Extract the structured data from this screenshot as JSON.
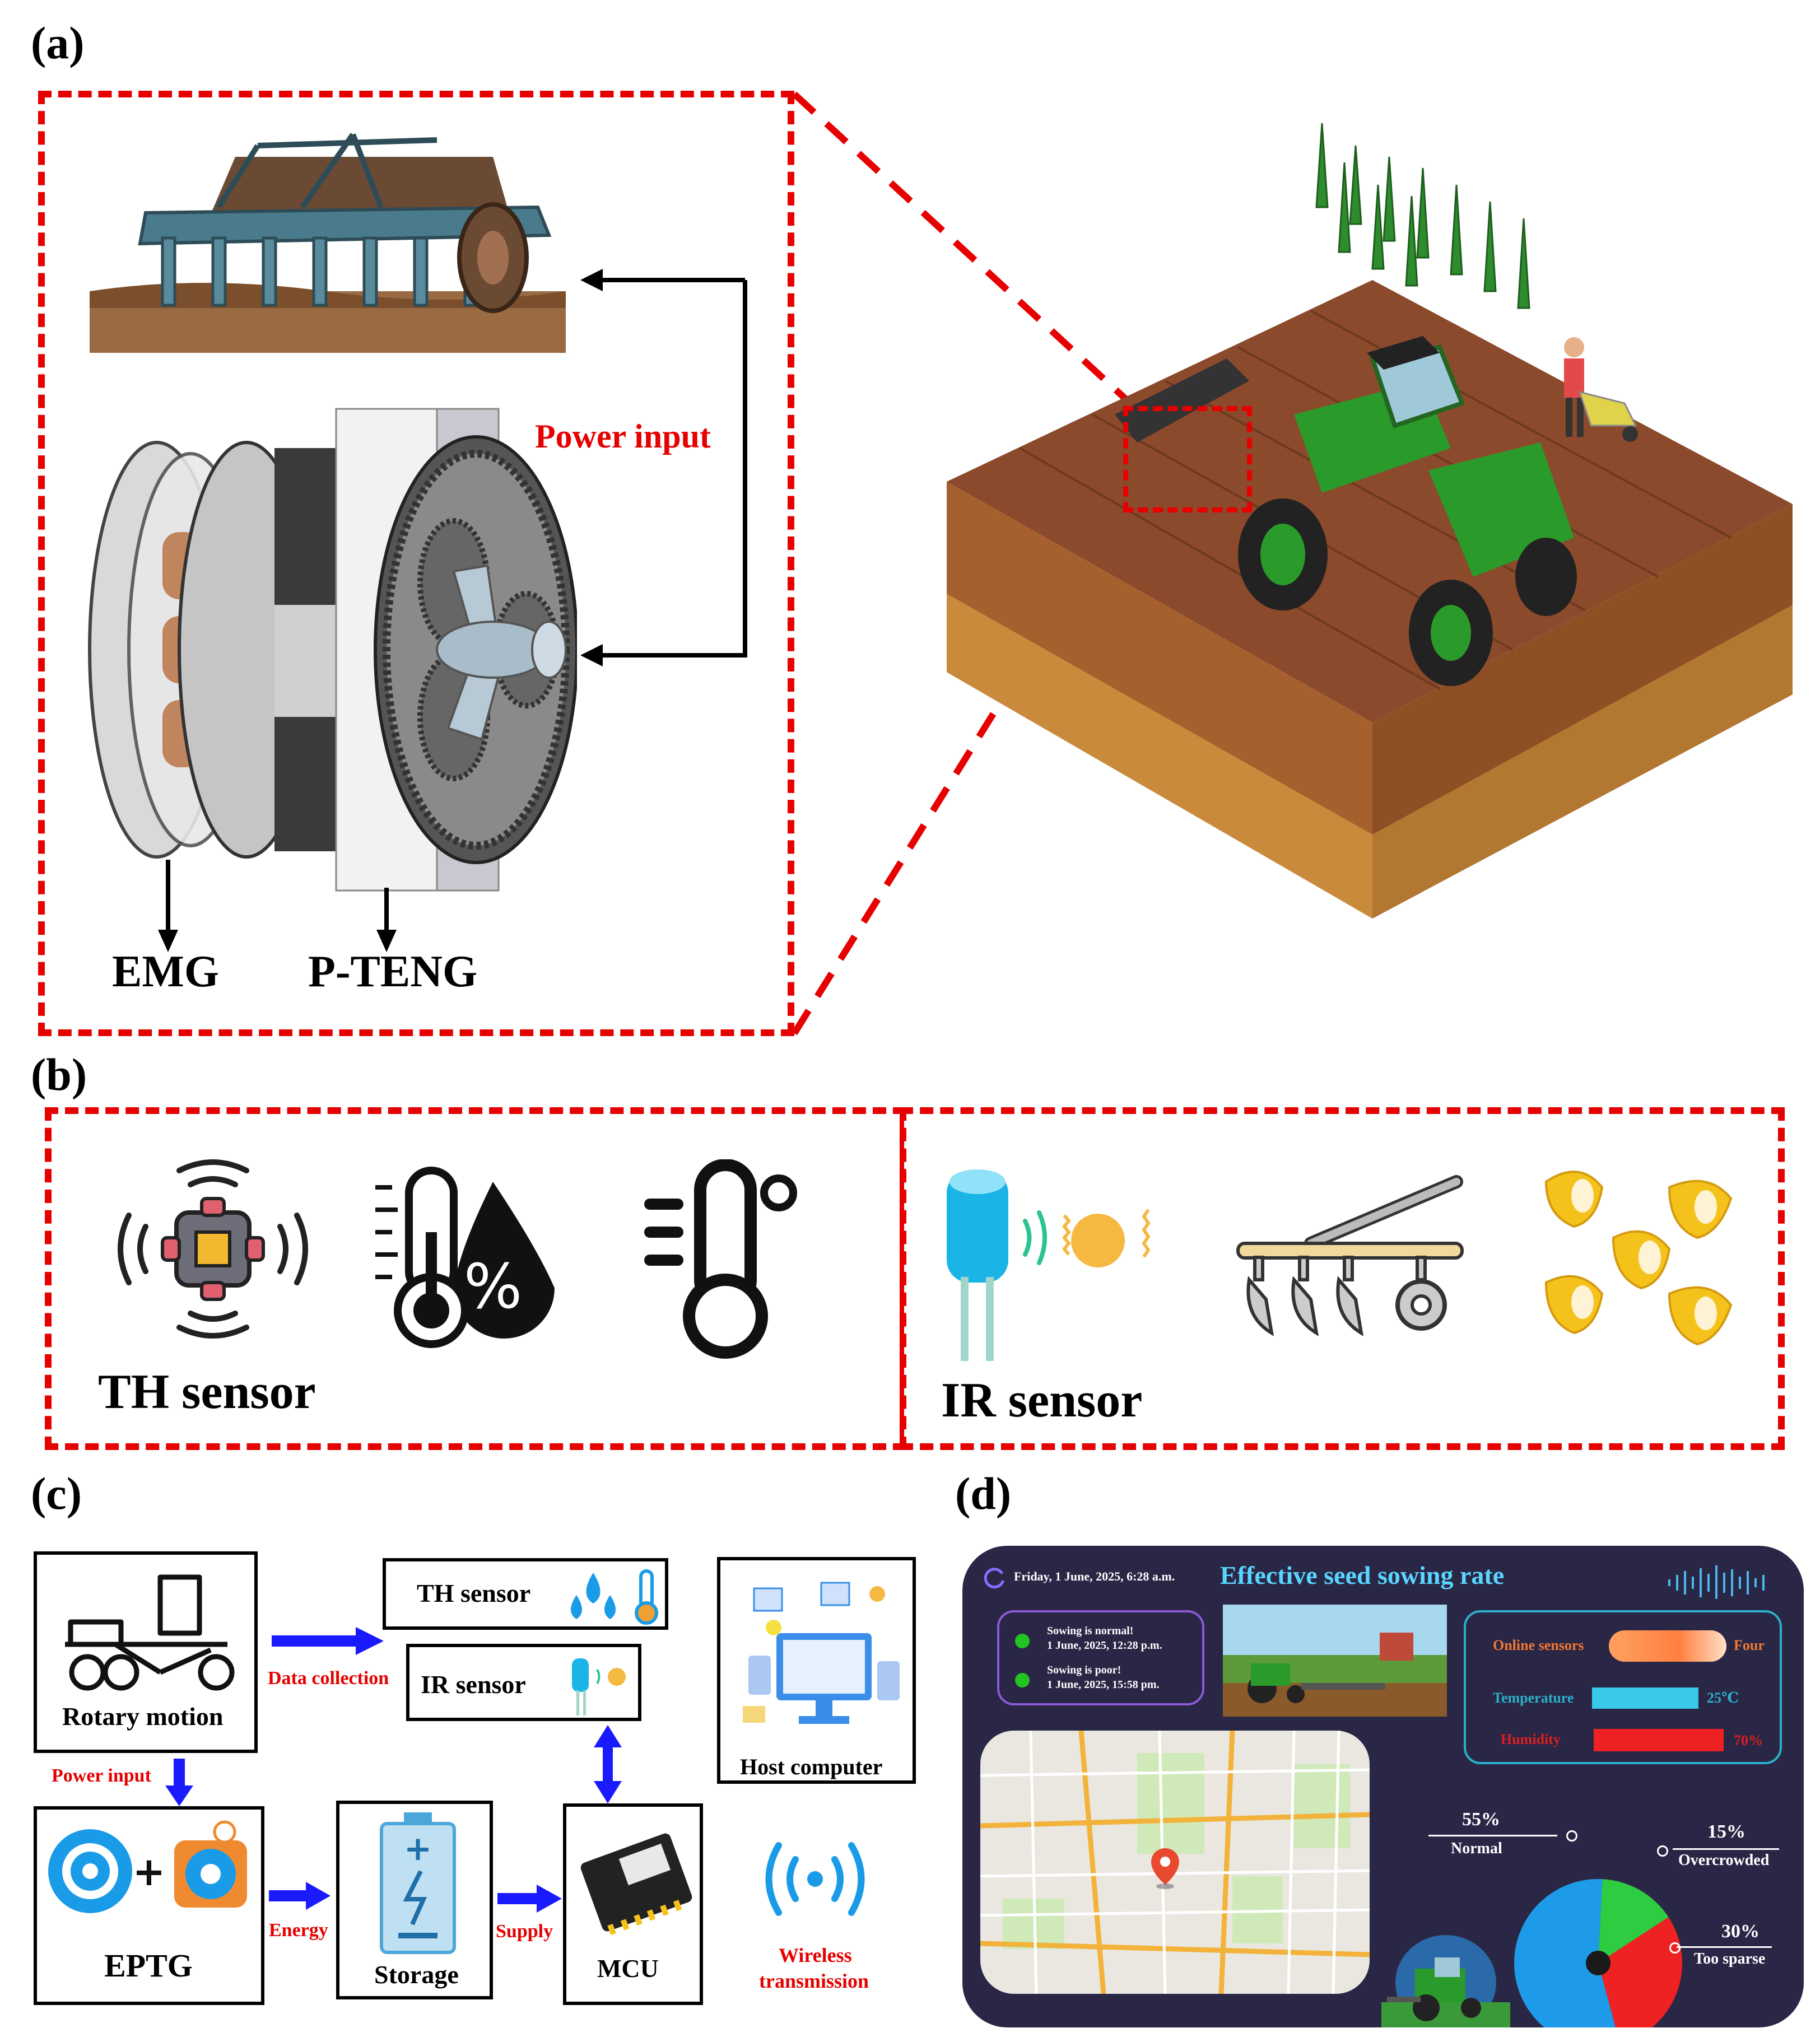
{
  "panel_a": {
    "label": "(a)",
    "power_input": "Power input",
    "emg": "EMG",
    "pteng": "P-TENG"
  },
  "panel_b": {
    "label": "(b)",
    "th_sensor": "TH sensor",
    "ir_sensor": "IR sensor"
  },
  "panel_c": {
    "label": "(c)",
    "rotary_motion": "Rotary motion",
    "data_collection": "Data collection",
    "th_sensor": "TH sensor",
    "ir_sensor": "IR sensor",
    "host_computer": "Host computer",
    "power_input": "Power input",
    "eptg": "EPTG",
    "energy": "Energy",
    "storage": "Storage",
    "supply": "Supply",
    "mcu": "MCU",
    "wireless_line1": "Wireless",
    "wireless_line2": "transmission"
  },
  "panel_d": {
    "label": "(d)",
    "datetime": "Friday, 1 June, 2025, 6:28 a.m.",
    "title": "Effective seed sowing rate",
    "status1_line1": "Sowing is normal!",
    "status1_line2": "1 June, 2025, 12:28 p.m.",
    "status2_line1": "Sowing  is poor!",
    "status2_line2": "1 June, 2025, 15:58 pm.",
    "online_sensors_label": "Online sensors",
    "online_sensors_value": "Four",
    "temperature_label": "Temperature",
    "temperature_value": "25℃",
    "humidity_label": "Humidity",
    "humidity_value": "70%",
    "normal_pct": "55%",
    "normal_label": "Normal",
    "over_pct": "15%",
    "over_label": "Overcrowded",
    "sparse_pct": "30%",
    "sparse_label": "Too sparse"
  },
  "colors": {
    "red": "#e60000",
    "blue_arrow": "#1a1aff",
    "dashboard_bg": "#2a2646",
    "pie_normal": "#1e9be8",
    "pie_over": "#2ecc40",
    "pie_sparse": "#ee2222"
  },
  "pie_data": {
    "normal": 55,
    "overcrowded": 15,
    "too_sparse": 30
  }
}
